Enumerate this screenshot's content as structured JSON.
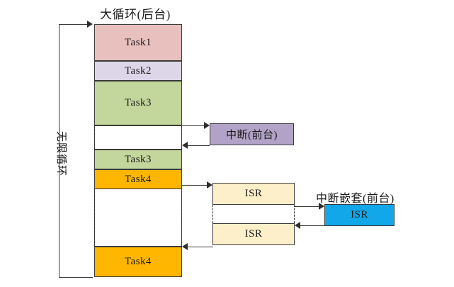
{
  "diagram": {
    "title_top": "大循环(后台)",
    "title_nested": "中断嵌套(前台)",
    "loop_label": "无限循环",
    "colors": {
      "task1": "#E8C0BE",
      "task2": "#DCD6E8",
      "task3": "#C3D69B",
      "task4": "#FFB600",
      "interrupt": "#B3A2C7",
      "isr": "#FDEFC9",
      "isr_nested": "#12A7E8",
      "stroke": "#3b3b3b",
      "background": "#ffffff"
    },
    "background_blocks": [
      {
        "name": "task1",
        "label": "Task1",
        "color_key": "task1"
      },
      {
        "name": "task2",
        "label": "Task2",
        "color_key": "task2"
      },
      {
        "name": "task3-first",
        "label": "Task3",
        "color_key": "task3"
      },
      {
        "name": "task3-resumed",
        "label": "Task3",
        "color_key": "task3"
      },
      {
        "name": "task4-first",
        "label": "Task4",
        "color_key": "task4"
      },
      {
        "name": "task4-resumed",
        "label": "Task4",
        "color_key": "task4"
      }
    ],
    "foreground_blocks": [
      {
        "name": "interrupt",
        "label": "中断(前台)",
        "color_key": "interrupt"
      },
      {
        "name": "isr-upper",
        "label": "ISR",
        "color_key": "isr"
      },
      {
        "name": "isr-lower",
        "label": "ISR",
        "color_key": "isr"
      },
      {
        "name": "isr-nested",
        "label": "ISR",
        "color_key": "isr_nested"
      }
    ],
    "labels": {
      "task1": "Task1",
      "task2": "Task2",
      "task3_a": "Task3",
      "task3_b": "Task3",
      "task4_a": "Task4",
      "task4_b": "Task4",
      "interrupt": "中断(前台)",
      "isr_upper": "ISR",
      "isr_lower": "ISR",
      "isr_nested": "ISR"
    }
  }
}
